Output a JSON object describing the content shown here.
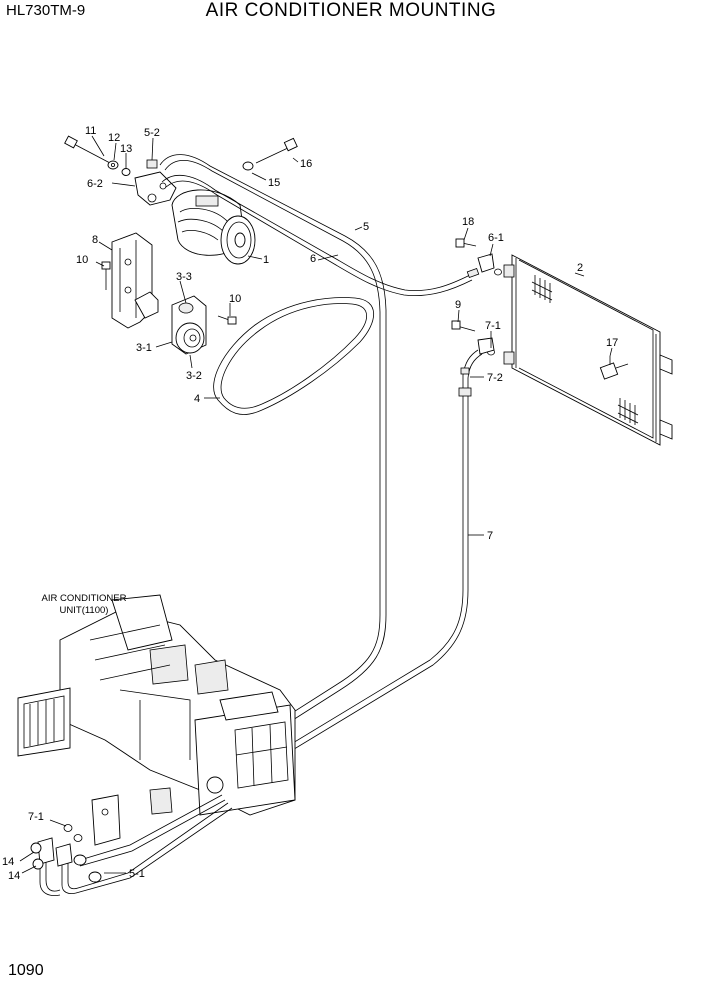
{
  "header": {
    "model": "HL730TM-9",
    "title": "AIR CONDITIONER MOUNTING"
  },
  "footer": {
    "page_number": "1090"
  },
  "unit_label": {
    "line1": "AIR CONDITIONER",
    "line2": "UNIT(1100)"
  },
  "callouts": {
    "c11": "11",
    "c12": "12",
    "c13": "13",
    "c5_2": "5-2",
    "c16": "16",
    "c6_2": "6-2",
    "c15": "15",
    "c5": "5",
    "c6": "6",
    "c1": "1",
    "c8": "8",
    "c10a": "10",
    "c3_3": "3-3",
    "c10b": "10",
    "c3_1": "3-1",
    "c3_2": "3-2",
    "c4": "4",
    "c18": "18",
    "c6_1": "6-1",
    "c2": "2",
    "c9": "9",
    "c7_1a": "7-1",
    "c17": "17",
    "c7_2": "7-2",
    "c7": "7",
    "c7_1b": "7-1",
    "c14a": "14",
    "c14b": "14",
    "c5_1": "5-1"
  }
}
